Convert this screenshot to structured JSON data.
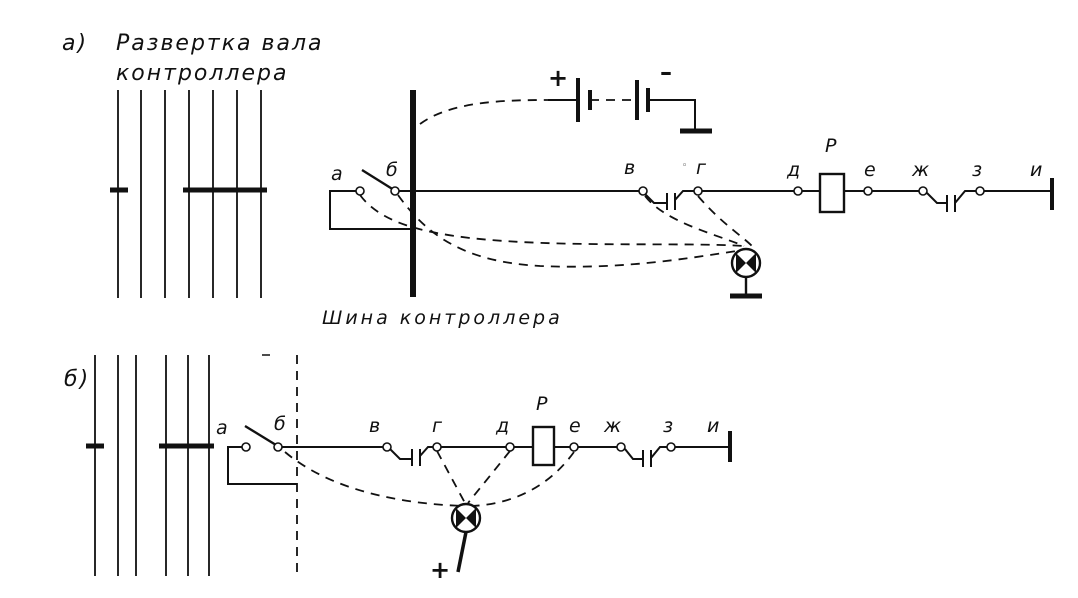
{
  "panel_a": {
    "marker": "а)",
    "title_line1": "Развертка вала",
    "title_line2": "контроллера",
    "bus_caption": "Шина контроллера",
    "plus": "+",
    "minus": "–",
    "nodes": {
      "a": "а",
      "b": "б",
      "v": "в",
      "g": "г",
      "d": "д",
      "e": "е",
      "zh": "ж",
      "z": "з",
      "i": "и"
    },
    "relay": "Р",
    "stray_mark": "◦"
  },
  "panel_b": {
    "marker": "б)",
    "plus": "+",
    "nodes": {
      "a": "а",
      "b": "б",
      "v": "в",
      "g": "г",
      "d": "д",
      "e": "е",
      "zh": "ж",
      "z": "з",
      "i": "и"
    },
    "relay": "Р"
  }
}
